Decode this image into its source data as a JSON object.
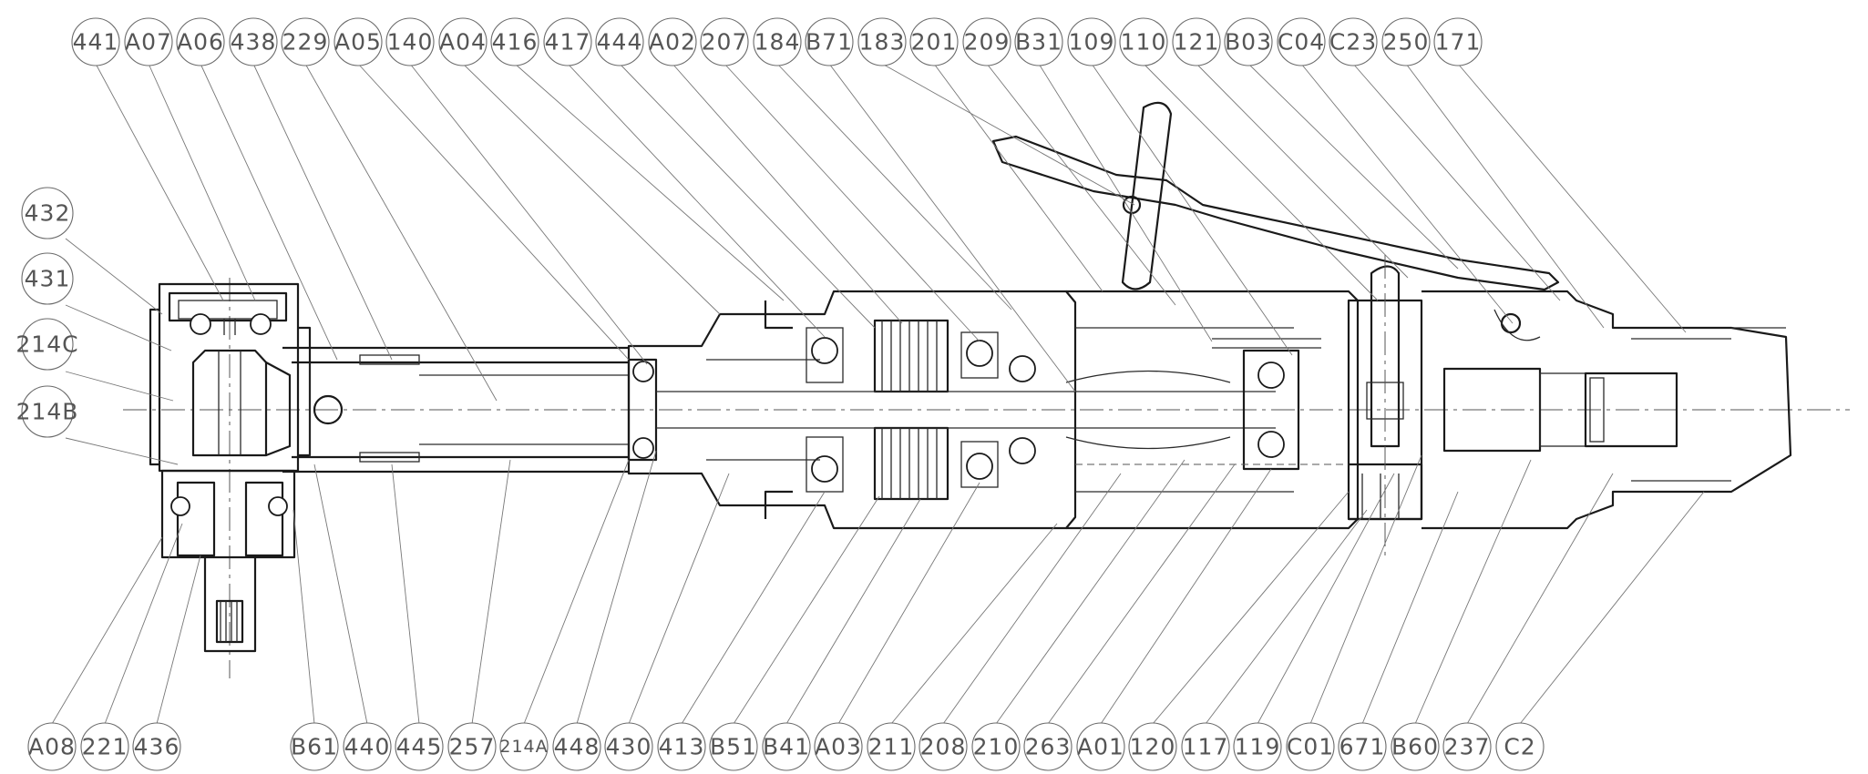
{
  "callouts": {
    "top": [
      "441",
      "A07",
      "A06",
      "438",
      "229",
      "A05",
      "140",
      "A04",
      "416",
      "417",
      "444",
      "A02",
      "207",
      "184",
      "B71",
      "183",
      "201",
      "209",
      "B31",
      "109",
      "110",
      "121",
      "B03",
      "C04",
      "C23",
      "250",
      "171"
    ],
    "left": [
      "432",
      "431",
      "214C",
      "214B"
    ],
    "bottom": [
      "A08",
      "221",
      "436",
      "B61",
      "440",
      "445",
      "257",
      "214A",
      "448",
      "430",
      "413",
      "B51",
      "B41",
      "A03",
      "211",
      "208",
      "210",
      "263",
      "A01",
      "120",
      "117",
      "119",
      "C01",
      "671",
      "B60",
      "237",
      "C2"
    ]
  }
}
